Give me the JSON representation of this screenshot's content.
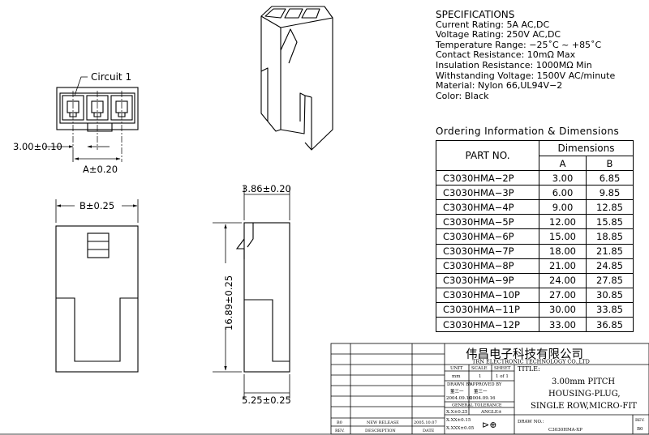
{
  "specs": {
    "title": "SPECIFICATIONS",
    "lines": [
      "Current Rating: 5A AC,DC",
      "Voltage Rating: 250V AC,DC",
      "Temperature Range: −25˚C ~ +85˚C",
      "Contact Resistance: 10mΩ Max",
      "Insulation Resistance: 1000MΩ Min",
      "Withstanding Voltage: 1500V AC/minute",
      "Material: Nylon 66,UL94V−2",
      "Color: Black"
    ]
  },
  "ordering": {
    "title": "Ordering Information & Dimensions",
    "part_header": "PART NO.",
    "dims_header": "Dimensions",
    "col_a": "A",
    "col_b": "B",
    "rows": [
      {
        "part": "C3030HMA−2P",
        "a": "3.00",
        "b": "6.85"
      },
      {
        "part": "C3030HMA−3P",
        "a": "6.00",
        "b": "9.85"
      },
      {
        "part": "C3030HMA−4P",
        "a": "9.00",
        "b": "12.85"
      },
      {
        "part": "C3030HMA−5P",
        "a": "12.00",
        "b": "15.85"
      },
      {
        "part": "C3030HMA−6P",
        "a": "15.00",
        "b": "18.85"
      },
      {
        "part": "C3030HMA−7P",
        "a": "18.00",
        "b": "21.85"
      },
      {
        "part": "C3030HMA−8P",
        "a": "21.00",
        "b": "24.85"
      },
      {
        "part": "C3030HMA−9P",
        "a": "24.00",
        "b": "27.85"
      },
      {
        "part": "C3030HMA−10P",
        "a": "27.00",
        "b": "30.85"
      },
      {
        "part": "C3030HMA−11P",
        "a": "30.00",
        "b": "33.85"
      },
      {
        "part": "C3030HMA−12P",
        "a": "33.00",
        "b": "36.85"
      }
    ]
  },
  "dims": {
    "circuit1": "Circuit 1",
    "pitch": "3.00±0.10",
    "a": "A±0.20",
    "b": "B±0.25",
    "depth": "3.86±0.20",
    "height": "16.89±0.25",
    "bottom": "5.25±0.25"
  },
  "title_block": {
    "company_cn": "伟昌电子科技有限公司",
    "company_en": "TRN ELECTRONIC TECHNOLOGY CO.,LTD",
    "unit_label": "UNIT",
    "unit_value": "mm",
    "scale_label": "SCALE",
    "scale_value": "1",
    "sheet_label": "SHEET",
    "sheet_value": "1 of 1",
    "title_label": "TITLE:",
    "title_line1": "3.00mm PITCH",
    "title_line2": "HOUSING-PLUG,",
    "title_line3": "SINGLE ROW,MICRO-FIT",
    "drawn_label": "DRAWN BY",
    "drawn_name": "董三一",
    "drawn_date": "2004.09.16",
    "approved_label": "APPROVED BY",
    "approved_name": "董三一",
    "approved_date": "2004.09.16",
    "tolerance_label": "GENERAL TOLERANCE",
    "tol1": "X.X±0.25",
    "tol2": "X.XX±0.15",
    "tol3": "X.XXX±0.05",
    "angle_label": "ANGLE±",
    "drawno_label": "DRAW NO.:",
    "drawno": "C3030HMA-XP",
    "rev_label": "REV.",
    "rev_value": "B0",
    "hist_rev": "B0",
    "hist_desc": "NEW RELEASE",
    "hist_date": "2005.10.07",
    "col_rev": "REV.",
    "col_desc": "DESCRIPTION",
    "col_date": "DATE"
  }
}
